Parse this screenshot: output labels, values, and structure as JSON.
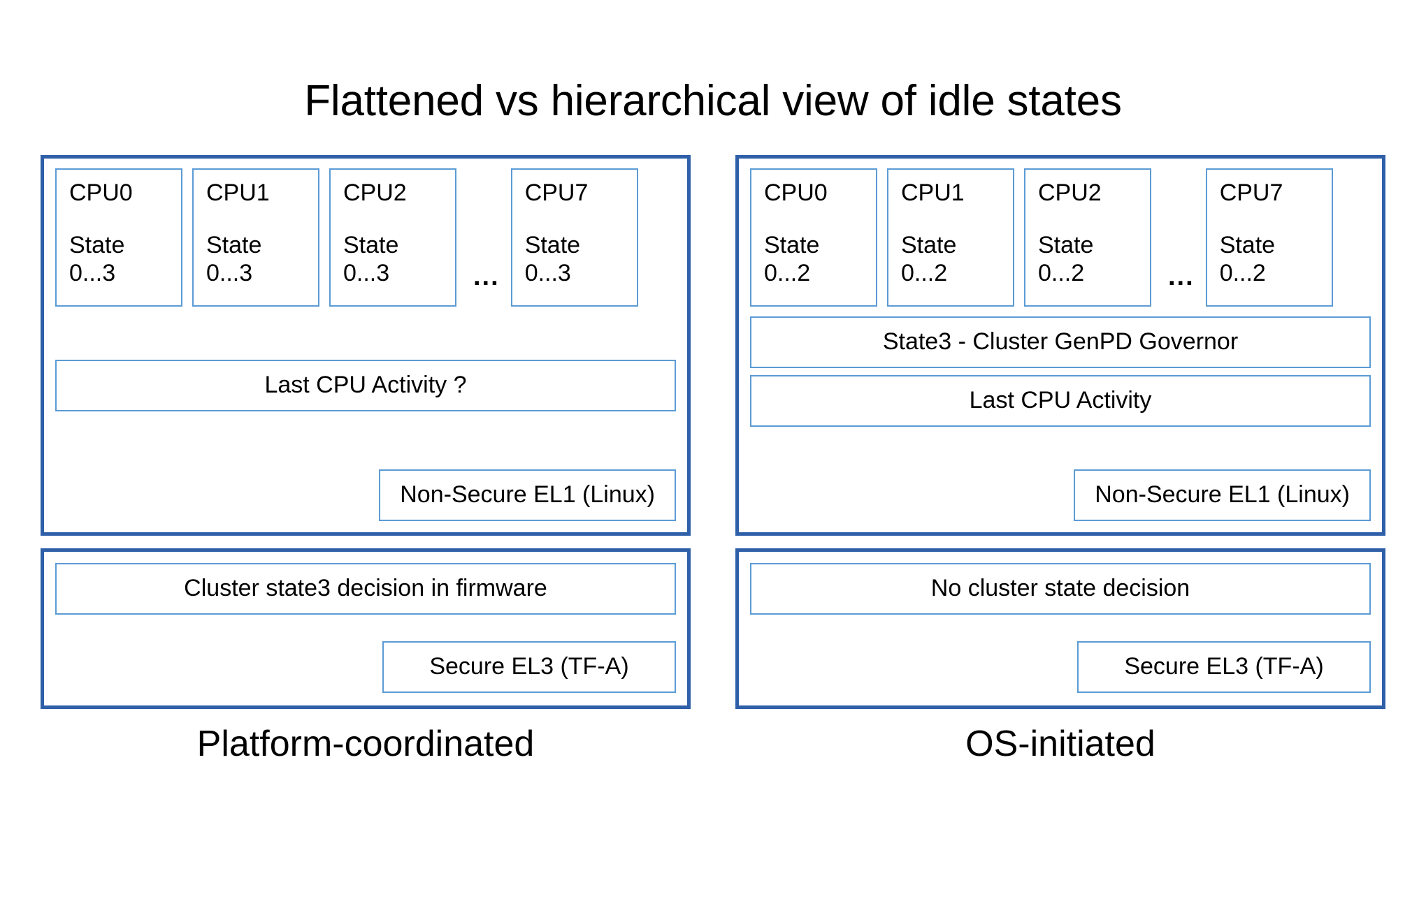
{
  "title": "Flattened vs hierarchical view of idle states",
  "colors": {
    "outer_border": "#2e5fa8",
    "inner_border": "#5b9bd5",
    "background": "#ffffff",
    "text": "#000000"
  },
  "columns": [
    {
      "id": "platform-coordinated",
      "caption": "Platform-coordinated",
      "os_panel": {
        "cpus": [
          {
            "name": "CPU0",
            "state_label": "State",
            "state_range": "0...3"
          },
          {
            "name": "CPU1",
            "state_label": "State",
            "state_range": "0...3"
          },
          {
            "name": "CPU2",
            "state_label": "State",
            "state_range": "0...3"
          },
          {
            "name": "CPU7",
            "state_label": "State",
            "state_range": "0...3"
          }
        ],
        "ellipsis": "...",
        "bars": [
          "Last CPU Activity ?"
        ],
        "level_tag": "Non-Secure EL1 (Linux)"
      },
      "fw_panel": {
        "bars": [
          "Cluster state3 decision in firmware"
        ],
        "level_tag": "Secure EL3 (TF-A)"
      }
    },
    {
      "id": "os-initiated",
      "caption": "OS-initiated",
      "os_panel": {
        "cpus": [
          {
            "name": "CPU0",
            "state_label": "State",
            "state_range": "0...2"
          },
          {
            "name": "CPU1",
            "state_label": "State",
            "state_range": "0...2"
          },
          {
            "name": "CPU2",
            "state_label": "State",
            "state_range": "0...2"
          },
          {
            "name": "CPU7",
            "state_label": "State",
            "state_range": "0...2"
          }
        ],
        "ellipsis": "...",
        "bars": [
          "State3 - Cluster GenPD Governor",
          "Last CPU Activity"
        ],
        "level_tag": "Non-Secure EL1 (Linux)"
      },
      "fw_panel": {
        "bars": [
          "No cluster state decision"
        ],
        "level_tag": "Secure EL3 (TF-A)"
      }
    }
  ]
}
